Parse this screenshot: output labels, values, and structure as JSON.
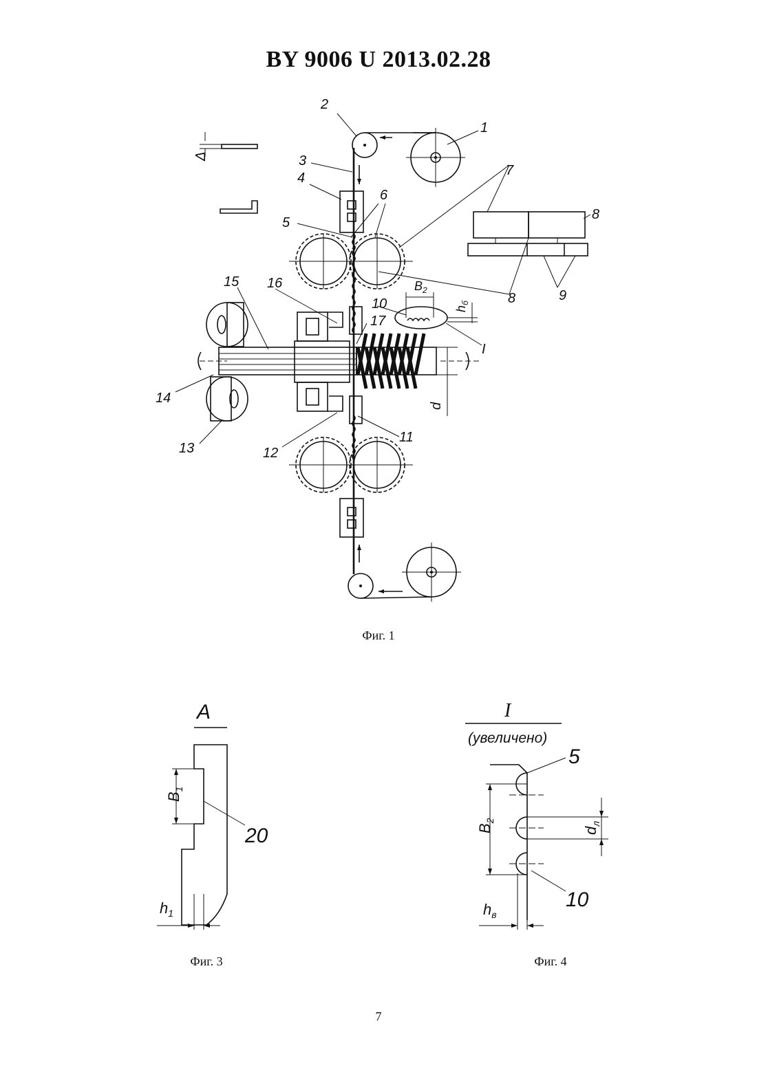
{
  "header": {
    "title": "BY  9006  U  2013.02.28"
  },
  "figures": {
    "fig1": {
      "caption": "Фиг. 1",
      "labels": {
        "n1": "1",
        "n2": "2",
        "n3": "3",
        "n4": "4",
        "n5": "5",
        "n6": "6",
        "n7": "7",
        "n8a": "8",
        "n8b": "8",
        "n9": "9",
        "n10": "10",
        "n11": "11",
        "n12": "12",
        "n13": "13",
        "n14": "14",
        "n15": "15",
        "n16": "16",
        "n17": "17",
        "delta": "Δ",
        "b2": "B",
        "b2_sub": "2",
        "hb": "h",
        "hb_sub": "б",
        "d": "d",
        "detail": "I"
      }
    },
    "fig3": {
      "caption": "Фиг. 3",
      "title": "A",
      "labels": {
        "b1": "B",
        "b1_sub": "1",
        "n20": "20",
        "h1": "h",
        "h1_sub": "1"
      }
    },
    "fig4": {
      "caption": "Фиг. 4",
      "title": "I",
      "subtitle": "(увеличено)",
      "labels": {
        "n5": "5",
        "n10": "10",
        "b2": "B",
        "b2_sub": "2",
        "dl": "d",
        "dl_sub": "л",
        "hv": "h",
        "hv_sub": "в"
      }
    }
  },
  "page": {
    "number": "7"
  }
}
